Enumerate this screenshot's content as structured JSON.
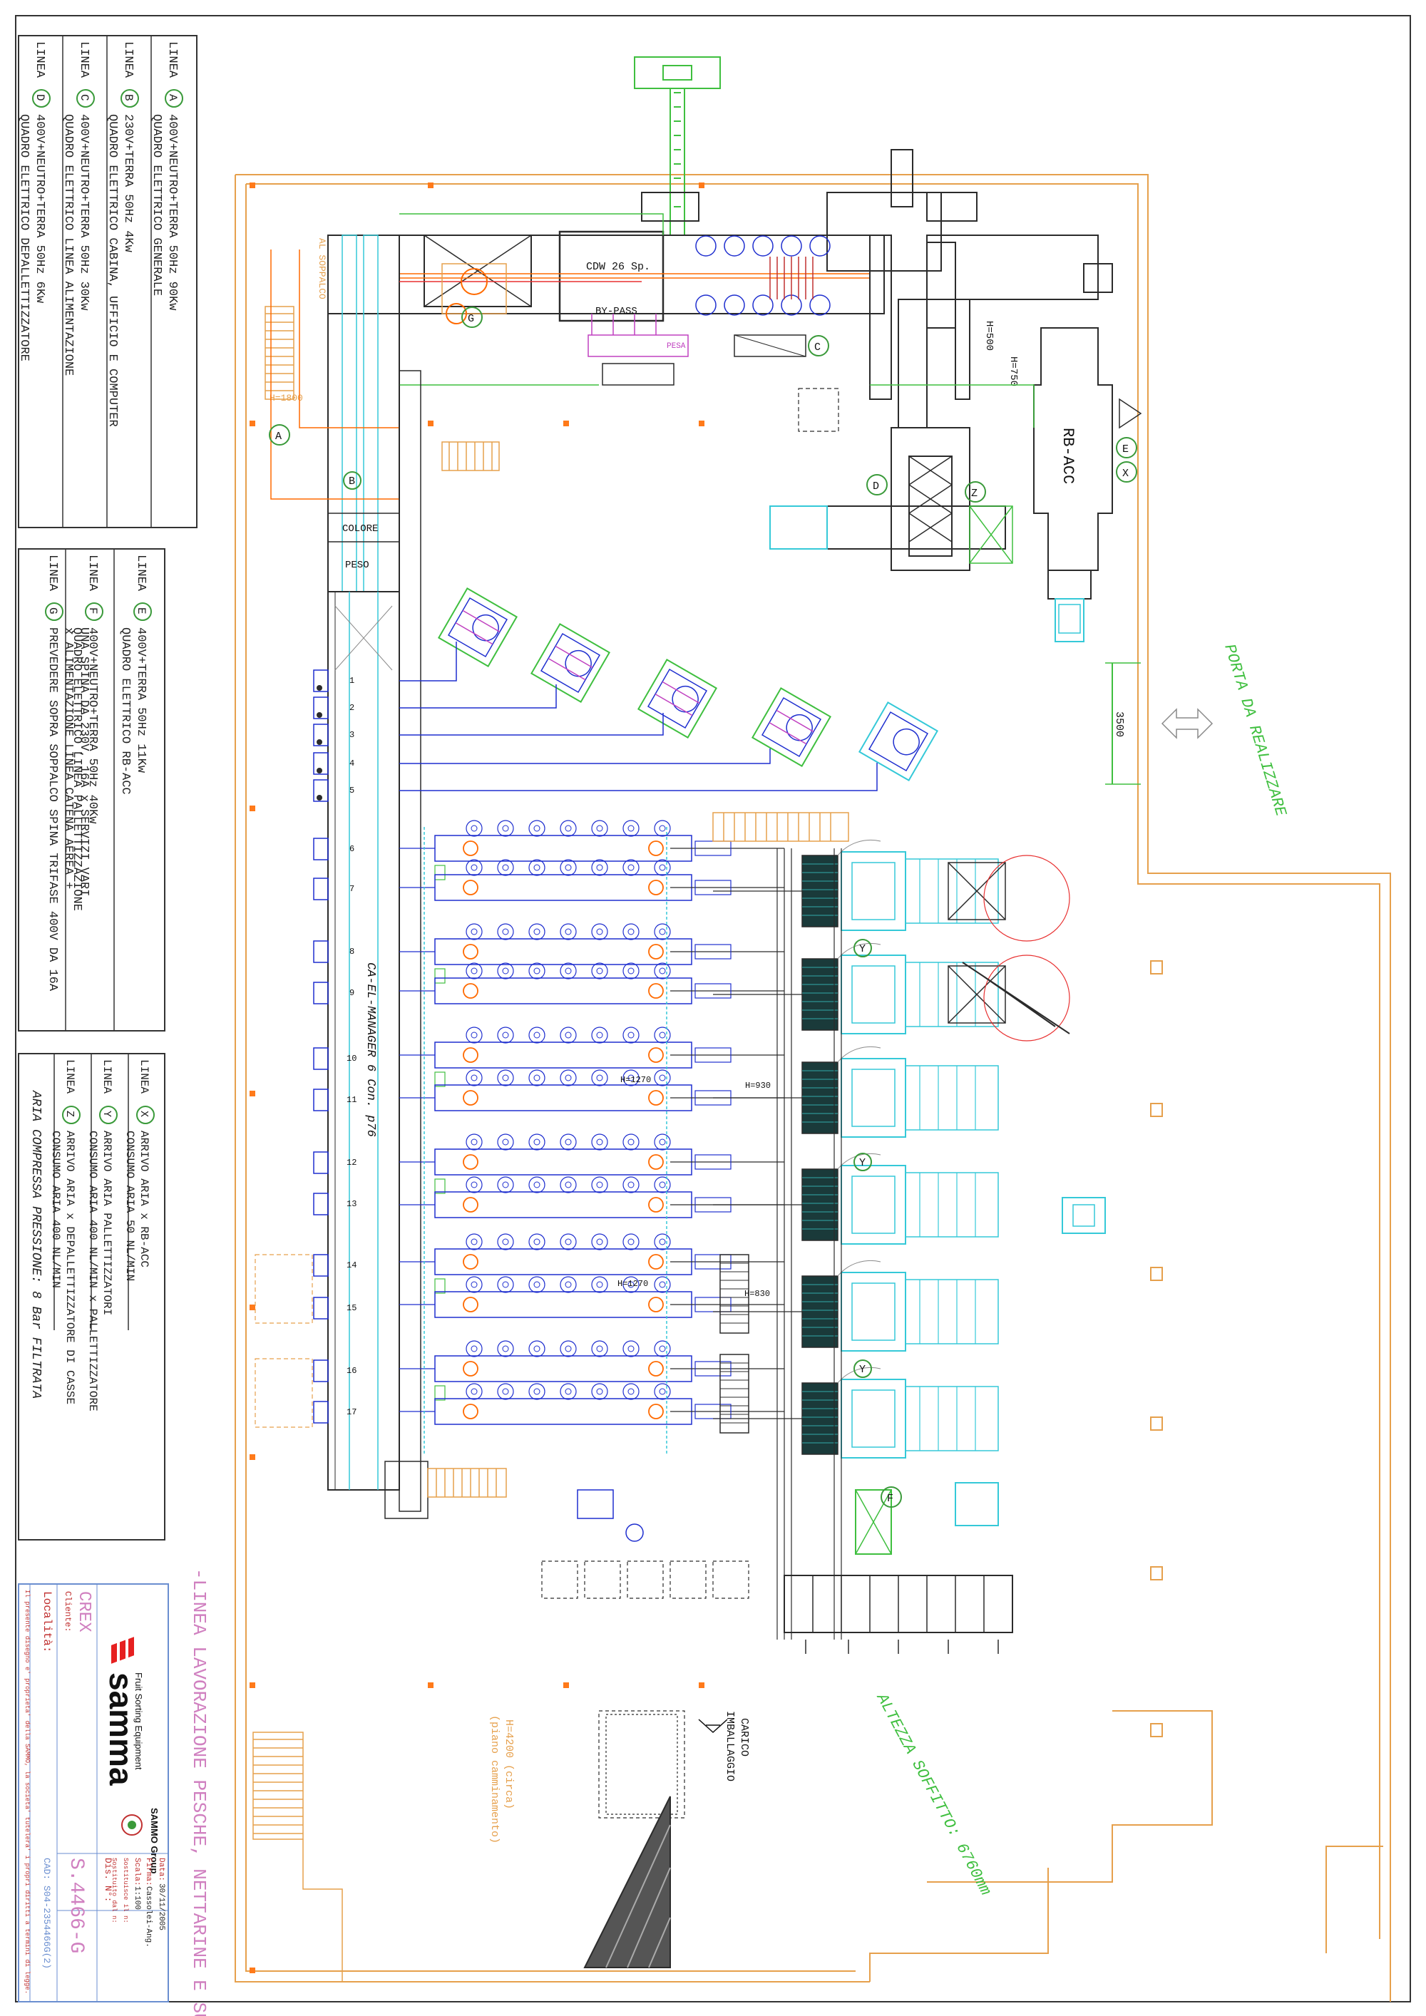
{
  "legend_power": {
    "rows": [
      {
        "line": "A",
        "text1": "400V+NEUTRO+TERRA 50Hz 90Kw",
        "text2": "QUADRO ELETTRICO GENERALE"
      },
      {
        "line": "B",
        "text1": "230V+TERRA 50Hz 4Kw",
        "text2": "QUADRO ELETTRICO CABINA, UFFICIO E COMPUTER"
      },
      {
        "line": "C",
        "text1": "400V+NEUTRO+TERRA 50Hz 30Kw",
        "text2": "QUADRO ELETTRICO LINEA ALIMENTAZIONE"
      },
      {
        "line": "D",
        "text1": "400V+NEUTRO+TERRA 50Hz 6Kw",
        "text2": "QUADRO ELETTRICO DEPALLETTIZZATORE"
      }
    ]
  },
  "legend_power2": {
    "rows": [
      {
        "line": "E",
        "text1": "400V+TERRA 50Hz 11Kw",
        "text2": "QUADRO ELETTRICO RB-ACC",
        "text3": ""
      },
      {
        "line": "F",
        "text1": "400V+NEUTRO+TERRA 50Hz 40Kw",
        "text2": "QUADRO ELETTRICO LINEA PALLETTIZZAZIONE",
        "text3": ""
      },
      {
        "line": "G",
        "text1": "PREVEDERE SOPRA SOPPALCO SPINA TRIFASE 400V DA 16A",
        "text2": "x ALIMENTAZIONE LINEA CATENA AEREA +",
        "text3": "UNA SPINA DA 230V, 16A x SERVIZI VARI"
      }
    ]
  },
  "legend_air": {
    "rows": [
      {
        "line": "X",
        "text1": "ARRIVO ARIA x RB-ACC",
        "text2": "CONSUMO ARIA 50 NL/MIN"
      },
      {
        "line": "Y",
        "text1": "ARRIVO ARIA PALLETTIZZATORI",
        "text2": "CONSUMO ARIA 400 NL/MIN x PALLETTIZZATORE"
      },
      {
        "line": "Z",
        "text1": "ARRIVO ARIA x DEPALLETTIZZATORE DI CASSE",
        "text2": "CONSUMO ARIA 400 NL/MIN"
      }
    ],
    "note": "ARIA COMPRESSA PRESSIONE: 8 Bar FILTRATA"
  },
  "line_word": "LINEA",
  "labels": {
    "cdw": "CDW 26 Sp.",
    "bypass": "BY-PASS",
    "pesa": "PESA",
    "colore": "COLORE",
    "peso": "PESO",
    "al_soppalco": "AL SOPPALCO",
    "h1800": "H=1800",
    "h500": "H=500",
    "h750": "H=750",
    "rb_acc": "RB-ACC",
    "porta": "PORTA DA REALIZZARE",
    "dim3500": "3500",
    "manager": "CA-EL-MANAGER 6 Con. p76",
    "h1270a": "H=1270",
    "h930": "H=930",
    "h1270b": "H=1270",
    "h830": "H=830",
    "altezza": "ALTEZZA SOFFITTO: 6760mm",
    "carico": "CARICO",
    "imballaggio": "IMBALLAGGIO",
    "h4200": "H=4200 (circa)",
    "piano": "(piano camminamento)",
    "linea_title": "-LINEA LAVORAZIONE PESCHE, NETTARINE E SUSINE-"
  },
  "outlet_numbers": [
    "1",
    "2",
    "3",
    "4",
    "5",
    "6",
    "7",
    "8",
    "9",
    "10",
    "11",
    "12",
    "13",
    "14",
    "15",
    "16",
    "17"
  ],
  "markers": {
    "A": "A",
    "B": "B",
    "C": "C",
    "D": "D",
    "E": "E",
    "F": "F",
    "G": "G",
    "X": "X",
    "Y": "Y",
    "Z": "Z"
  },
  "title_block": {
    "brand": "samma",
    "brand_sub": "Fruit Sorting Equipment",
    "group": "SAMMO Group",
    "cliente_label": "Cliente:",
    "cliente": "CREX",
    "localita_label": "Località:",
    "data_label": "Data:",
    "data": "30/11/2005",
    "firma_label": "Firma:",
    "firma": "Cassolei-Ang.",
    "scala_label": "Scala:",
    "scala": "1:100",
    "sostituisce_label": "Sostituisce il n:",
    "sostituito_label": "Sostituito dal n:",
    "dis_label": "Dis. N°:",
    "dis": "S.4466-G",
    "cad": "CAD: S04-2354466G(2)",
    "disclaimer": "Il presente disegno e' proprieta' della SAMMO, la societa' tutelera' i propri diritti a termini di legge."
  },
  "colors": {
    "border": "#333333",
    "wall": "#e6a04c",
    "blue": "#1f2fcf",
    "cyan": "#35c9d8",
    "green": "#3fbf3f",
    "orange": "#ff6a00",
    "magenta": "#c040c0",
    "dark": "#2b2b2b",
    "red": "#e83030",
    "grey": "#8a8a8a",
    "legend_green": "#3a9a3a"
  }
}
